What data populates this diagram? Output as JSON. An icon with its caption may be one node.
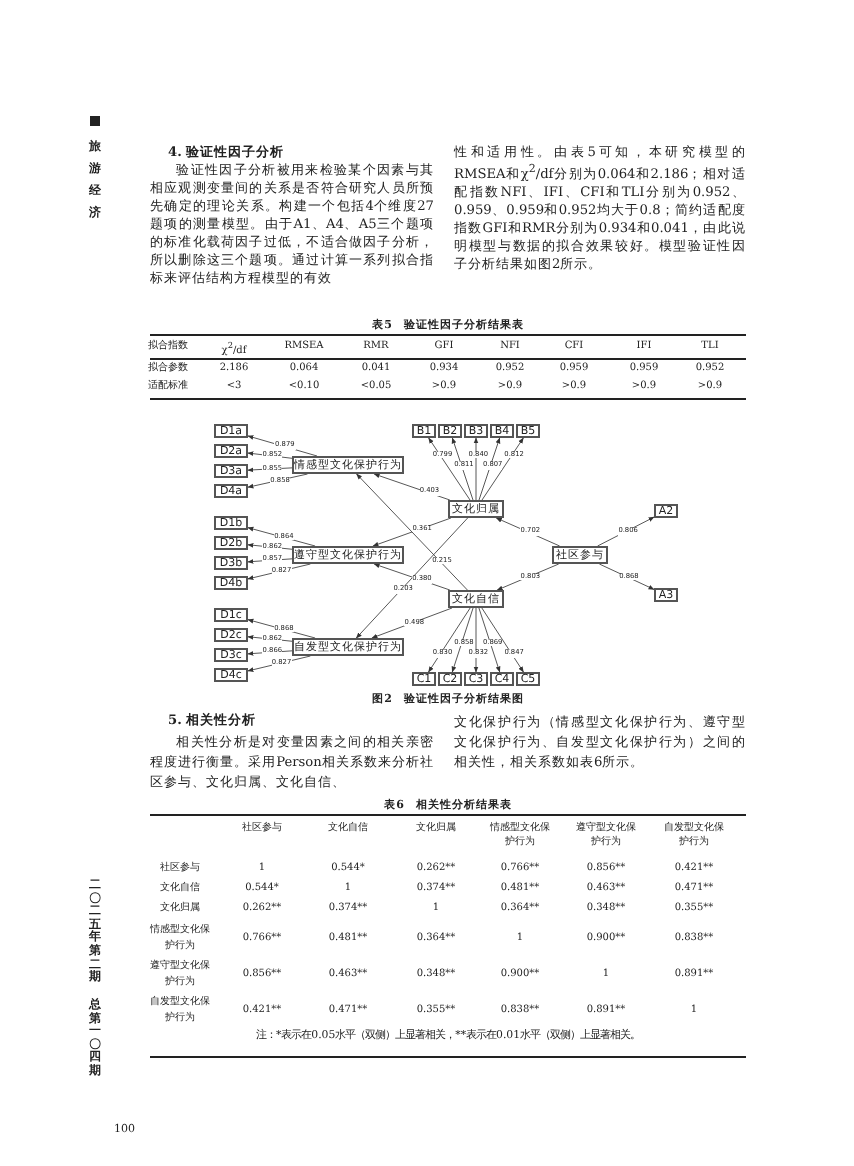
{
  "diagram": {
    "nodes": [
      {
        "text": [
          "D1a"
        ]
      },
      {
        "text": [
          "D2a"
        ]
      },
      {
        "text": [
          "D3a"
        ]
      },
      {
        "text": [
          "D4a"
        ]
      },
      {
        "text": [
          "情感型文化保护行为"
        ]
      },
      {
        "text": [
          "B1"
        ]
      },
      {
        "text": [
          "B2"
        ]
      },
      {
        "text": [
          "B3"
        ]
      },
      {
        "text": [
          "B4"
        ]
      },
      {
        "text": [
          "B5"
        ]
      },
      {
        "text": [
          "文化归属"
        ]
      },
      {
        "text": [
          "A2"
        ]
      },
      {
        "text": [
          "D1b"
        ]
      },
      {
        "text": [
          "D2b"
        ]
      },
      {
        "text": [
          "D3b"
        ]
      },
      {
        "text": [
          "D4b"
        ]
      },
      {
        "text": [
          "遵守型文化保护行为"
        ]
      },
      {
        "text": [
          "社区参与"
        ]
      },
      {
        "text": [
          "文化自信"
        ]
      },
      {
        "text": [
          "A3"
        ]
      },
      {
        "text": [
          "D1c"
        ]
      },
      {
        "text": [
          "D2c"
        ]
      },
      {
        "text": [
          "D3c"
        ]
      },
      {
        "text": [
          "D4c"
        ]
      },
      {
        "text": [
          "自发型文化保护行为"
        ]
      },
      {
        "text": [
          "C1"
        ]
      },
      {
        "text": [
          "C2"
        ]
      },
      {
        "text": [
          "C3"
        ]
      },
      {
        "text": [
          "C4"
        ]
      },
      {
        "text": [
          "C5"
        ]
      }
    ],
    "edges": [
      {
        "from": 4,
        "to": 0,
        "arrow": "to",
        "label": "0.879"
      },
      {
        "from": 4,
        "to": 1,
        "arrow": "to",
        "label": "0.852"
      },
      {
        "from": 4,
        "to": 2,
        "arrow": "to",
        "label": "0.855"
      },
      {
        "from": 4,
        "to": 3,
        "arrow": "to",
        "label": "0.858"
      },
      {
        "from": 10,
        "to": 5,
        "arrow": "to",
        "label": "0.799"
      },
      {
        "from": 10,
        "to": 6,
        "arrow": "to",
        "label": "0.811"
      },
      {
        "from": 10,
        "to": 7,
        "arrow": "to",
        "label": "0.840"
      },
      {
        "from": 10,
        "to": 8,
        "arrow": "to",
        "label": "0.807"
      },
      {
        "from": 10,
        "to": 9,
        "arrow": "to",
        "label": "0.812"
      },
      {
        "from": 17,
        "to": 10,
        "arrow": "to",
        "label": "0.702"
      },
      {
        "from": 17,
        "to": 18,
        "arrow": "to",
        "label": "0.803"
      },
      {
        "from": 17,
        "to": 11,
        "arrow": "to",
        "label": "0.806"
      },
      {
        "from": 17,
        "to": 19,
        "arrow": "to",
        "label": "0.868"
      },
      {
        "from": 16,
        "to": 12,
        "arrow": "to",
        "label": "0.864"
      },
      {
        "from": 16,
        "to": 13,
        "arrow": "to",
        "label": "0.862"
      },
      {
        "from": 16,
        "to": 14,
        "arrow": "to",
        "label": "0.857"
      },
      {
        "from": 16,
        "to": 15,
        "arrow": "to",
        "label": "0.827"
      },
      {
        "from": 24,
        "to": 20,
        "arrow": "to",
        "label": "0.868"
      },
      {
        "from": 24,
        "to": 21,
        "arrow": "to",
        "label": "0.862"
      },
      {
        "from": 24,
        "to": 22,
        "arrow": "to",
        "label": "0.866"
      },
      {
        "from": 24,
        "to": 23,
        "arrow": "to",
        "label": "0.827"
      },
      {
        "from": 18,
        "to": 25,
        "arrow": "to",
        "label": "0.830"
      },
      {
        "from": 18,
        "to": 26,
        "arrow": "to",
        "label": "0.858"
      },
      {
        "from": 18,
        "to": 27,
        "arrow": "to",
        "label": "0.832"
      },
      {
        "from": 18,
        "to": 28,
        "arrow": "to",
        "label": "0.869"
      },
      {
        "from": 18,
        "to": 29,
        "arrow": "to",
        "label": "0.847"
      },
      {
        "from": 10,
        "to": 4,
        "arrow": "to",
        "label": "0.403"
      },
      {
        "from": 18,
        "to": 4,
        "arrow": "to",
        "label": "0.215"
      },
      {
        "from": 10,
        "to": 16,
        "arrow": "to",
        "label": "0.361"
      },
      {
        "from": 18,
        "to": 16,
        "arrow": "to",
        "label": "0.380"
      },
      {
        "from": 10,
        "to": 24,
        "arrow": "to",
        "label": "0.203"
      },
      {
        "from": 18,
        "to": 24,
        "arrow": "to",
        "label": "0.498"
      }
    ],
    "labels": [
      "旅游经济",
      "二〇二五年第二期",
      "4. 验证性因子分析",
      "验证性因子分析被用来检验某个因素与其相应观测变量间的关系是否符合研究人员所预先确定的理论关系。构建一个包括4个维度27题项的测量模型。由于A1、A4、A5三个题项的标准化载荷因子过低，不适合做因子分析，所以删除这三个题项。通过计算一系列拟合指标来评估结构方程模型的有效",
      "性和适用性。由表5可知，本研究模型的RMSEA和χ$^{2}$/df分别为0.064和2.186；相对适配指数NFI、IFI、CFI和TLI分别为0.952、0.959、0.959和0.952均大于0.8；简约适配度指数GFI和RMR分别为0.934和0.041，由此说明模型与数据的拟合效果较好。模型验证性因子分析结果如图2所示。",
      "表5　验证性因子分析结果表",
      "拟合指数",
      "χ$^{2}$/df",
      "RMSEA",
      "RMR",
      "GFI",
      "NFI",
      "CFI",
      "IFI",
      "TLI",
      "拟合参数",
      "2.186",
      "0.064",
      "0.041",
      "0.934",
      "0.952",
      "0.959",
      "0.959",
      "0.952",
      "适配标准",
      "<3",
      "<0.10",
      "<0.05",
      ">0.9",
      ">0.9",
      ">0.9",
      ">0.9",
      ">0.9",
      "图2　验证性因子分析结果图",
      "5. 相关性分析",
      "相关性分析是对变量因素之间的相关亲密程度进行衡量。采用Person相关系数来分析社区参与、文化归属、文化自信、",
      "文化保护行为（情感型文化保护行为、遵守型文化保护行为、自发型文化保护行为）之间的相关性，相关系数如表6所示。",
      "表6　相关性分析结果表",
      "社区参与",
      "文化自信",
      "文化归属",
      "情感型文化保护行为",
      "遵守型文化保护行为",
      "自发型文化保护行为",
      "社区参与",
      "1",
      "0.544*",
      "0.262**",
      "0.766**",
      "0.856**",
      "0.421**",
      "文化自信",
      "0.544*",
      "1",
      "0.374**",
      "0.481**",
      "0.463**",
      "0.471**",
      "文化归属",
      "0.262**",
      "0.374**",
      "1",
      "0.364**",
      "0.348**",
      "0.355**",
      "情感型文化保护行为",
      "0.766**",
      "0.481**",
      "0.364**",
      "1",
      "0.900**",
      "0.838**",
      "遵守型文化保护行为",
      "0.856**",
      "0.463**",
      "0.348**",
      "0.900**",
      "1",
      "0.891**",
      "自发型文化保护行为",
      "0.421**",
      "0.471**",
      "0.355**",
      "0.838**",
      "0.891**",
      "1",
      "注：*表示在0.05水平（双侧）上显著相关，**表示在0.01水平（双侧）上显著相关。",
      "100",
      "总第一〇四期"
    ]
  }
}
